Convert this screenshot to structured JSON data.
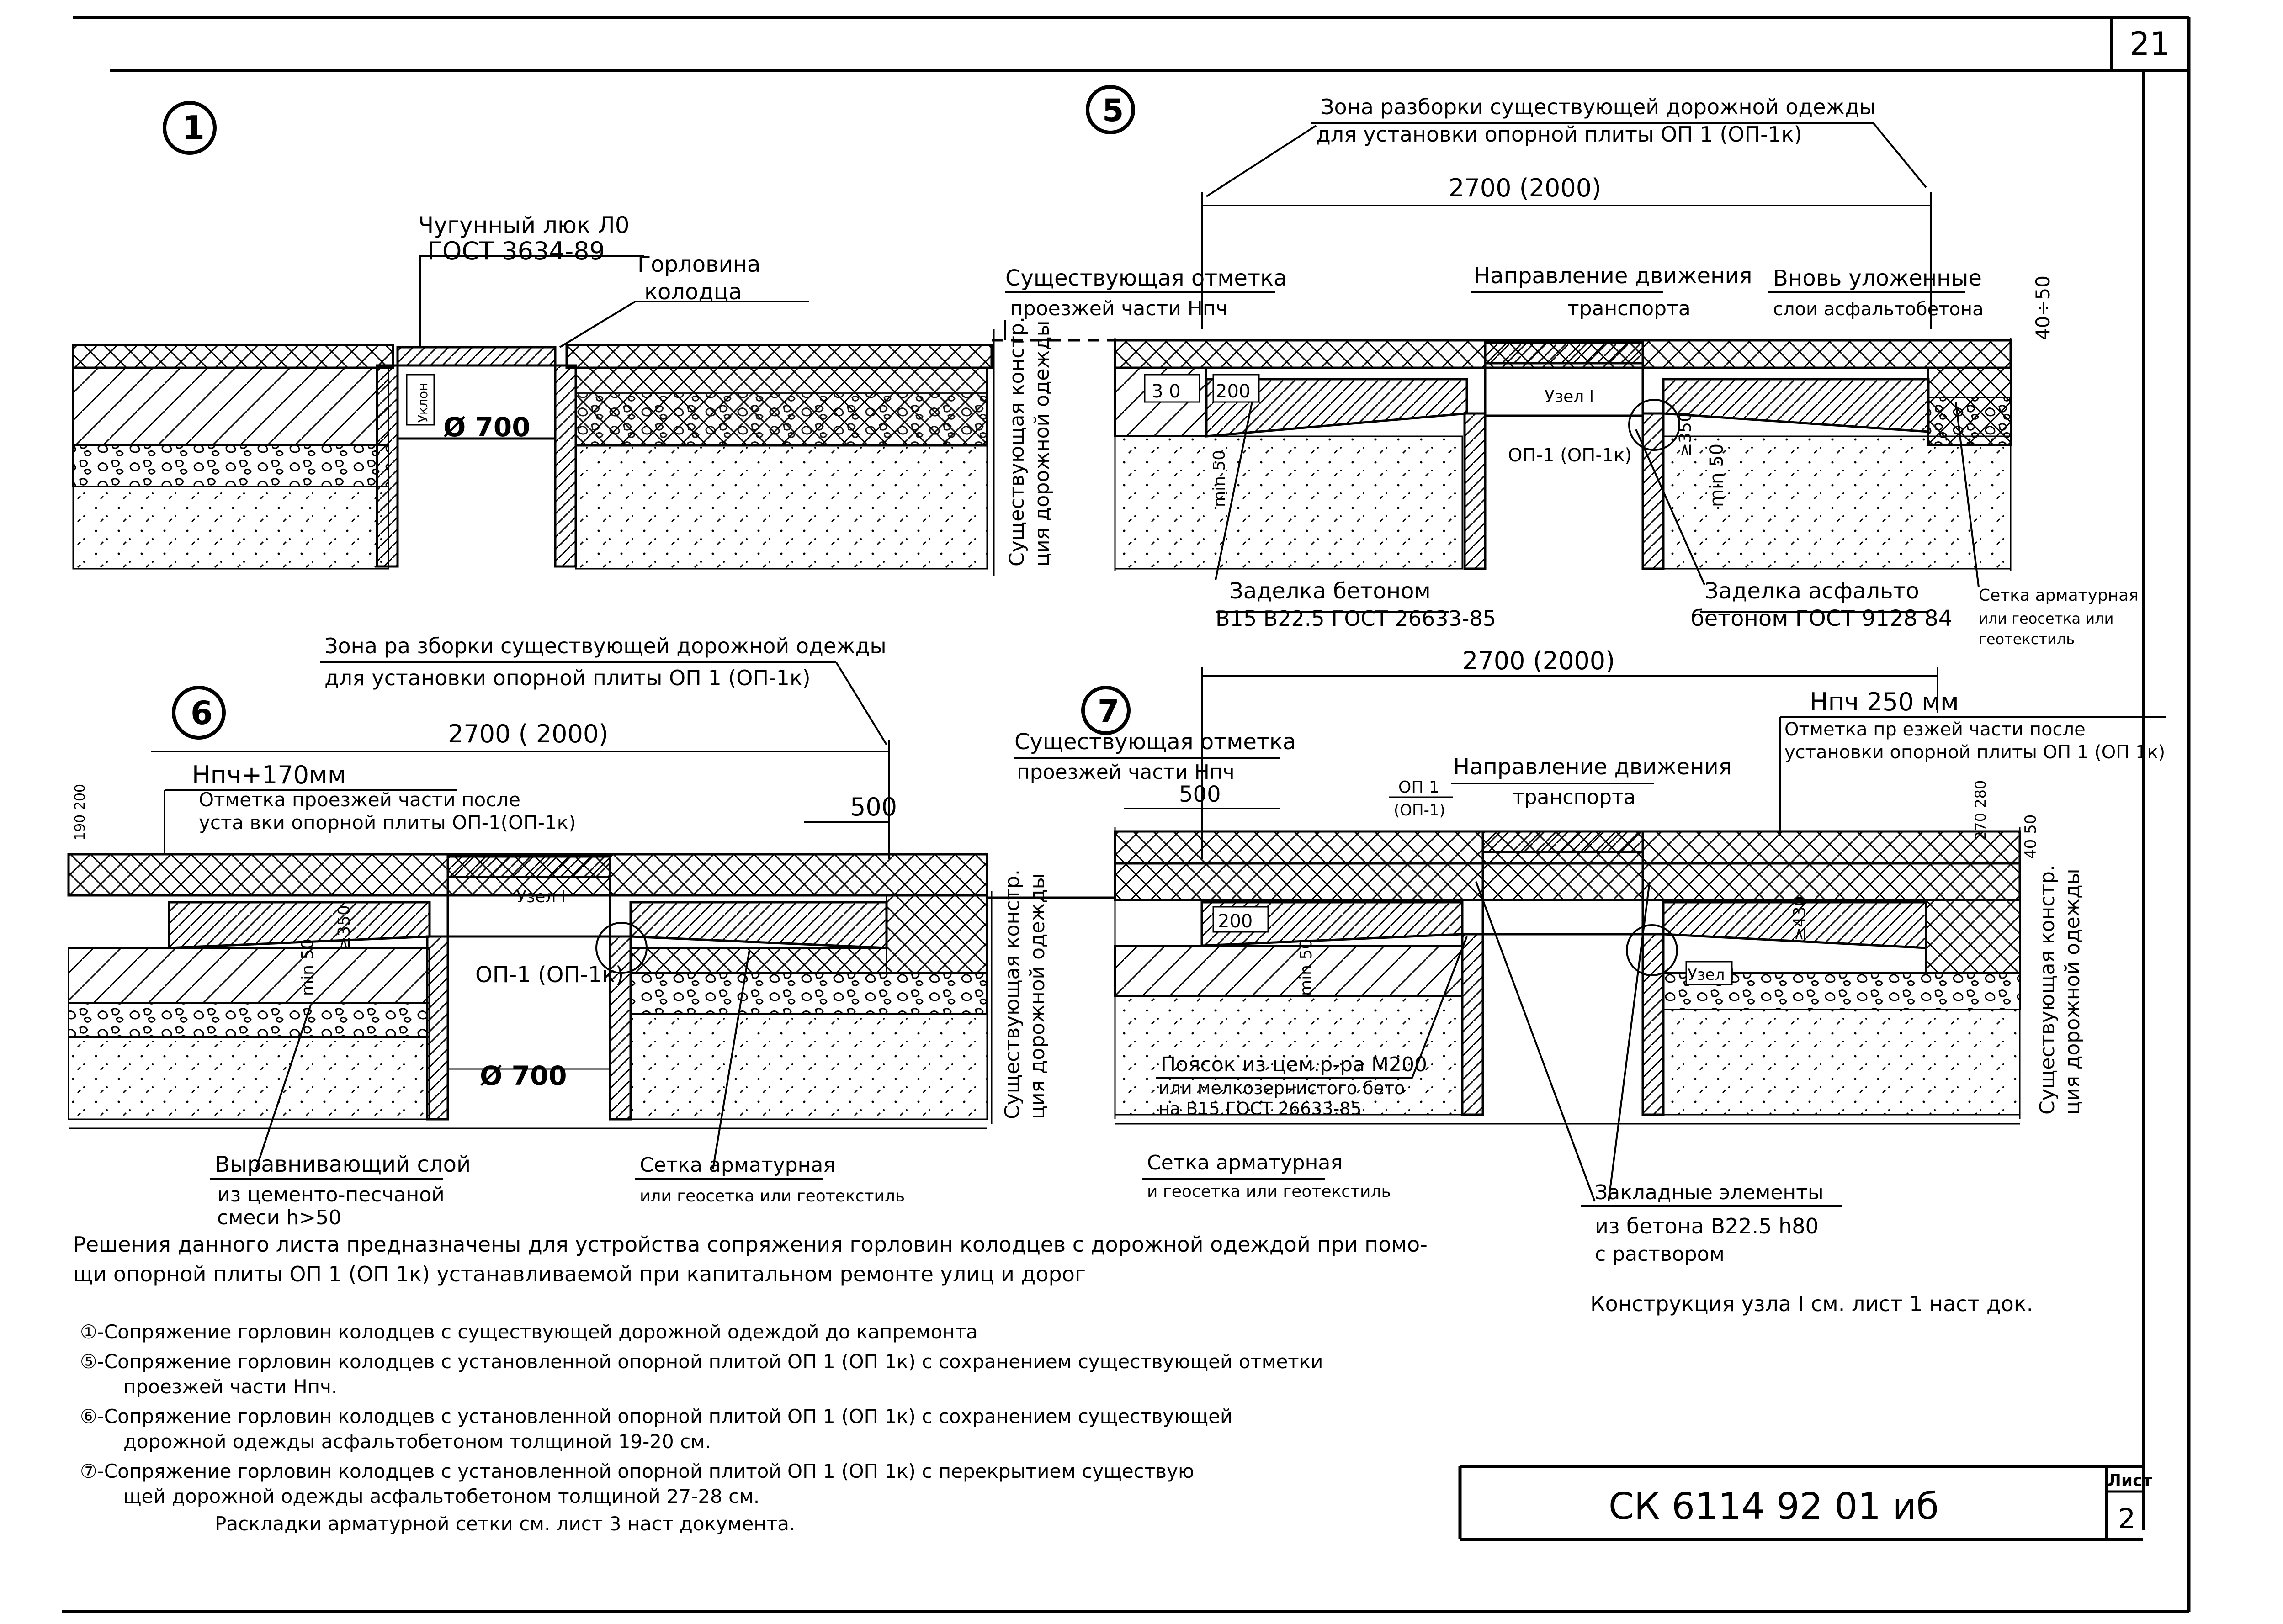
{
  "sheet": {
    "corner_number": "21",
    "stamp_code": "СК 6114 92 01 иб",
    "stamp_sheet_label": "Лист",
    "stamp_sheet_no": "2"
  },
  "view1": {
    "marker": "1",
    "label_cover_1": "Чугунный люк Л0",
    "label_cover_2": "ГОСТ 3634-89",
    "label_neck_1": "Горловина",
    "label_neck_2": "колодца",
    "dim_small": "Уклон",
    "dia": "Ø 700",
    "side_1": "Существующая констр.",
    "side_2": "ция дорожной одежды"
  },
  "view5": {
    "marker": "5",
    "zone_1": "Зона разборки существующей дорожной одежды",
    "zone_2": "для установки опорной плиты ОП 1 (ОП-1к)",
    "dim_total": "2700 (2000)",
    "existing_1": "Существующая отметка",
    "existing_2": "проезжей части Нпч",
    "direction_1": "Направление движения",
    "direction_2": "транспорта",
    "new_layers_1": "Вновь уложенные",
    "new_layers_2": "слои асфальтобетона",
    "dim_right": "40÷50",
    "dim_a": "3 0",
    "dim_b": "200",
    "node": "Узел I",
    "dim_350": "≥350",
    "dim_min50_l": "min 50",
    "dim_min50_r": "min 50",
    "plate": "ОП-1 (ОП-1к)",
    "concrete_1": "Заделка бетоном",
    "concrete_2": "В15 В22.5 ГОСТ 26633-85",
    "asphalt_1": "Заделка асфальто",
    "asphalt_2": "бетоном ГОСТ 9128 84",
    "mesh_1": "Сетка арматурная",
    "mesh_2": "или геосетка или",
    "mesh_3": "геотекстиль"
  },
  "view6": {
    "marker": "6",
    "zone_1": "Зона ра зборки существующей дорожной одежды",
    "zone_2": "для установки опорной плиты ОП 1 (ОП-1к)",
    "dim_total": "2700 ( 2000)",
    "h_label": "Нпч+170мм",
    "mark_1": "Отметка проезжей части после",
    "mark_2": "уста вки опорной плиты ОП-1(ОП-1к)",
    "dim_500": "500",
    "dim_left": "190 200",
    "node": "Узел I",
    "dim_350": "≥350",
    "dim_min50": "min 50",
    "plate": "ОП-1 (ОП-1к)",
    "dia": "Ø 700",
    "level_1": "Выравнивающий слой",
    "level_2": "из цементо-песчаной",
    "level_3": "смеси h>50",
    "mesh_1": "Сетка арматурная",
    "mesh_2": "или геосетка или геотекстиль",
    "side_1": "Существующая констр.",
    "side_2": "ция дорожной одежды"
  },
  "view7": {
    "marker": "7",
    "dim_total": "2700 (2000)",
    "existing_1": "Существующая отметка",
    "existing_2": "проезжей части Нпч",
    "direction_1": "Направление движения",
    "direction_2": "транспорта",
    "h_label": "Нпч 250 мм",
    "mark_1": "Отметка пр езжей части после",
    "mark_2": "установки опорной плиты ОП 1 (ОП 1к)",
    "dim_500": "500",
    "op_1": "ОП 1",
    "op_2": "(ОП-1)",
    "dim_270": "270 280",
    "dim_40": "40 50",
    "dim_200": "200",
    "dim_430": "≥430",
    "dim_min50": "min 50",
    "node": "Узел I",
    "belt_1": "Поясок из цем.р-ра М200",
    "belt_2": "или мелкозернистого бето",
    "belt_3": "на В15 ГОСТ 26633-85",
    "mesh_1": "Сетка арматурная",
    "mesh_2": "и геосетка или геотекстиль",
    "embed_1": "Закладные элементы",
    "embed_2": "из бетона В22.5 h80",
    "embed_3": "с раствором",
    "side_1": "Существующая констр.",
    "side_2": "ция дорожной одежды"
  },
  "notes": {
    "para_1": "Решения данного листа предназначены для устройства сопряжения горловин колодцев с дорожной одеждой при помо-",
    "para_2": "щи опорной плиты ОП 1 (ОП 1к) устанавливаемой при капитальном ремонте улиц и дорог",
    "node_ref": "Конструкция узла I см. лист 1 наст док.",
    "n1": "①-Сопряжение горловин колодцев с существующей дорожной одеждой до капремонта",
    "n5a": "⑤-Сопряжение горловин колодцев с установленной опорной плитой ОП 1 (ОП 1к) с сохранением существующей отметки",
    "n5b": "проезжей части Нпч.",
    "n6a": "⑥-Сопряжение горловин колодцев с установленной опорной плитой ОП 1 (ОП 1к) с сохранением существующей",
    "n6b": "дорожной одежды асфальтобетоном толщиной 19-20 см.",
    "n7a": "⑦-Сопряжение горловин колодцев с установленной опорной плитой ОП 1 (ОП 1к) с перекрытием существую",
    "n7b": "щей дорожной одежды асфальтобетоном толщиной 27-28 см.",
    "n7c": "Раскладки арматурной сетки см. лист 3 наст документа."
  }
}
